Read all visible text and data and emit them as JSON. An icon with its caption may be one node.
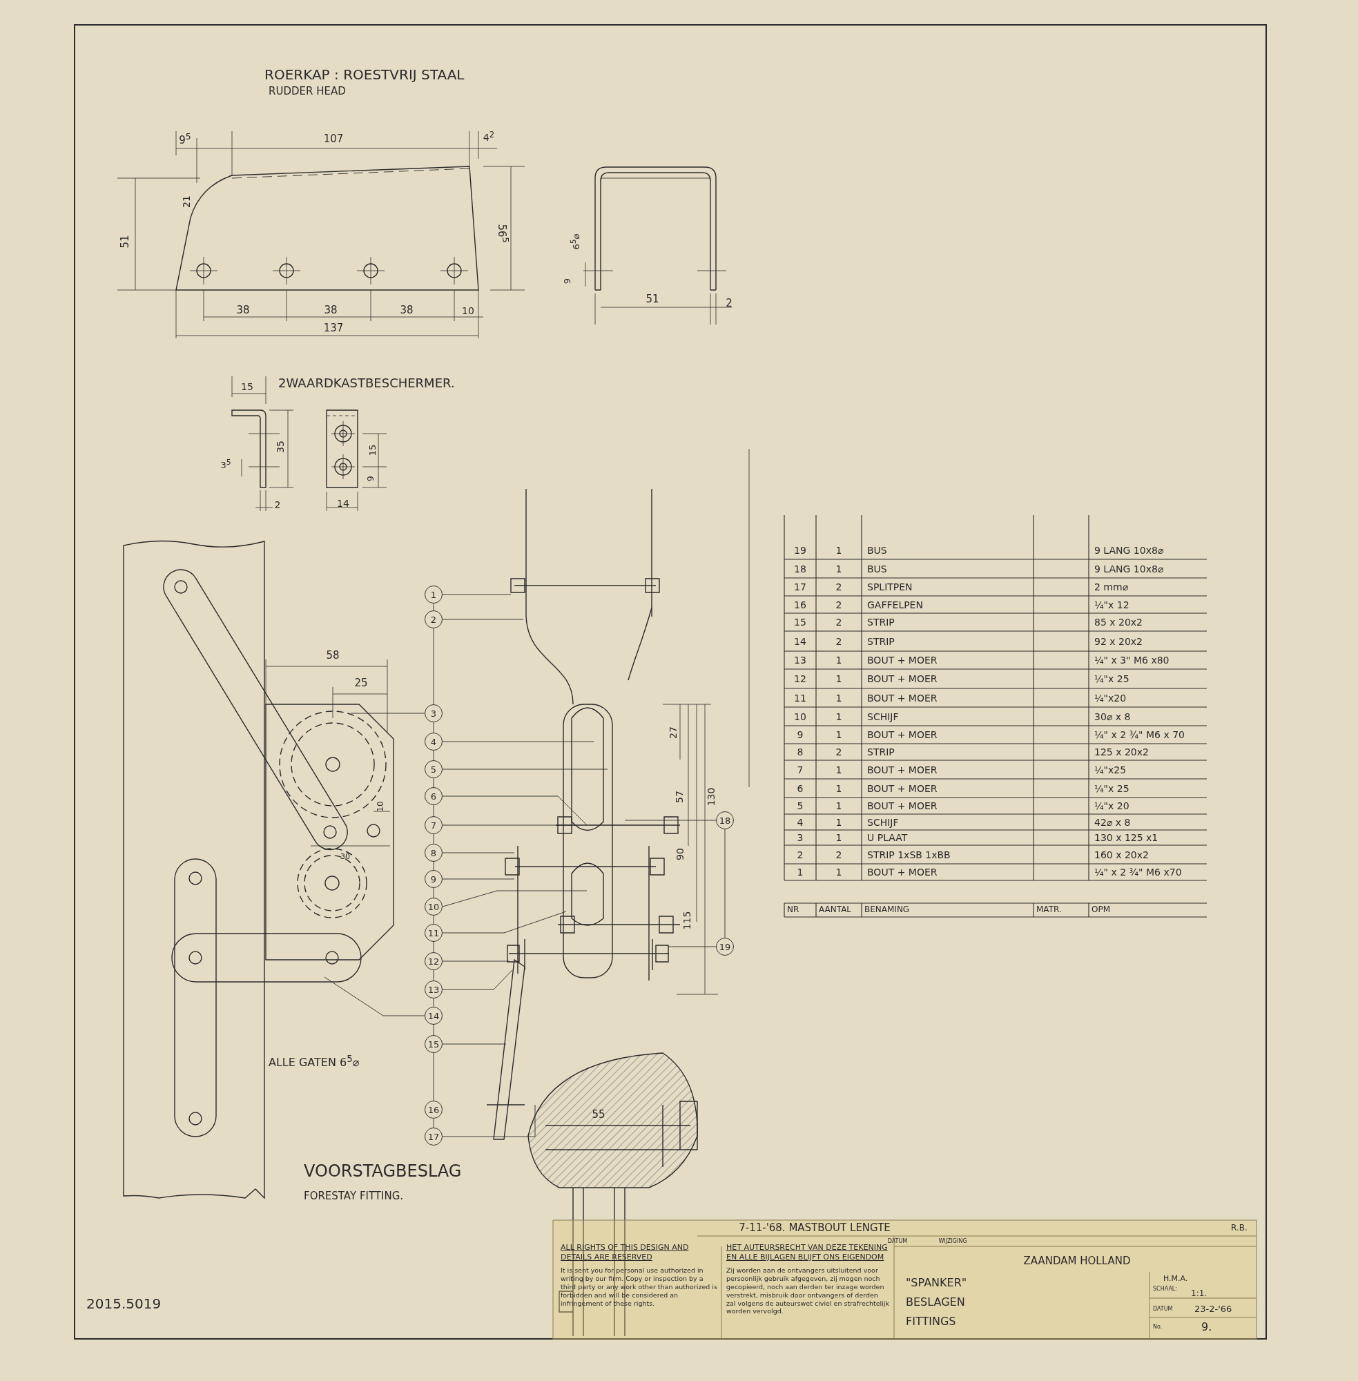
{
  "diagram": {
    "nodes": [
      {
        "text": [
          "1"
        ]
      },
      {
        "text": [
          "2"
        ]
      },
      {
        "text": [
          "3"
        ]
      },
      {
        "text": [
          "4"
        ]
      },
      {
        "text": [
          "5"
        ]
      },
      {
        "text": [
          "6"
        ]
      },
      {
        "text": [
          "7"
        ]
      },
      {
        "text": [
          "8"
        ]
      },
      {
        "text": [
          "9"
        ]
      },
      {
        "text": [
          "10"
        ]
      },
      {
        "text": [
          "11"
        ]
      },
      {
        "text": [
          "12"
        ]
      },
      {
        "text": [
          "13"
        ]
      },
      {
        "text": [
          "14"
        ]
      },
      {
        "text": [
          "15"
        ]
      },
      {
        "text": [
          "16"
        ]
      },
      {
        "text": [
          "17"
        ]
      },
      {
        "text": [
          "18"
        ]
      },
      {
        "text": [
          "19"
        ]
      }
    ],
    "edges": [
      {
        "from": 0,
        "to": null,
        "arrow": "none"
      },
      {
        "from": 1,
        "to": null,
        "arrow": "none"
      },
      {
        "from": 2,
        "to": null,
        "arrow": "none"
      },
      {
        "from": 3,
        "to": null,
        "arrow": "none"
      },
      {
        "from": 4,
        "to": null,
        "arrow": "none"
      },
      {
        "from": 5,
        "to": null,
        "arrow": "none"
      },
      {
        "from": 6,
        "to": null,
        "arrow": "none"
      },
      {
        "from": 7,
        "to": null,
        "arrow": "none"
      },
      {
        "from": 8,
        "to": null,
        "arrow": "none"
      },
      {
        "from": 9,
        "to": null,
        "arrow": "none"
      },
      {
        "from": 10,
        "to": null,
        "arrow": "none"
      },
      {
        "from": 11,
        "to": null,
        "arrow": "none"
      },
      {
        "from": 12,
        "to": null,
        "arrow": "none"
      },
      {
        "from": 13,
        "to": null,
        "arrow": "none"
      },
      {
        "from": 14,
        "to": null,
        "arrow": "none"
      },
      {
        "from": 16,
        "to": null,
        "arrow": "none"
      },
      {
        "from": 17,
        "to": null,
        "arrow": "none"
      },
      {
        "from": 18,
        "to": null,
        "arrow": "none"
      },
      {
        "from": 0,
        "to": 1,
        "arrow": "none"
      },
      {
        "from": 1,
        "to": 2,
        "arrow": "none"
      },
      {
        "from": 2,
        "to": 3,
        "arrow": "none"
      },
      {
        "from": 3,
        "to": 4,
        "arrow": "none"
      },
      {
        "from": 4,
        "to": 5,
        "arrow": "none"
      },
      {
        "from": 5,
        "to": 6,
        "arrow": "none"
      },
      {
        "from": 6,
        "to": 7,
        "arrow": "none"
      },
      {
        "from": 7,
        "to": 8,
        "arrow": "none"
      },
      {
        "from": 8,
        "to": 9,
        "arrow": "none"
      },
      {
        "from": 9,
        "to": 10,
        "arrow": "none"
      },
      {
        "from": 10,
        "to": 11,
        "arrow": "none"
      },
      {
        "from": 11,
        "to": 12,
        "arrow": "none"
      },
      {
        "from": 12,
        "to": 13,
        "arrow": "none"
      },
      {
        "from": 13,
        "to": 14,
        "arrow": "none"
      },
      {
        "from": 14,
        "to": 15,
        "arrow": "none"
      },
      {
        "from": 15,
        "to": 16,
        "arrow": "none"
      },
      {
        "from": 17,
        "to": 18,
        "arrow": "none"
      }
    ],
    "labels": [
      "ROERKAP : ROESTVRIJ STAAL",
      "RUDDER HEAD",
      "9$^{5}$",
      "107",
      "4$^{2}$",
      "21",
      "51",
      "56$^{5}$",
      "38",
      "38",
      "38",
      "10",
      "137",
      "6$^{5}$⌀",
      "9",
      "51",
      "2",
      "2WAARDKASTBESCHERMER.",
      "15",
      "35",
      "3$^{5}$",
      "15",
      "9",
      "2",
      "14",
      "58",
      "25",
      "10",
      "30",
      "27",
      "57",
      "130",
      "90",
      "115",
      "55",
      "19",
      "1",
      "BUS",
      "9 LANG 10x8⌀",
      "18",
      "1",
      "BUS",
      "9 LANG 10x8⌀",
      "17",
      "2",
      "SPLITPEN",
      "2 mm⌀",
      "16",
      "2",
      "GAFFELPEN",
      "¼\"x 12",
      "15",
      "2",
      "STRIP",
      "85 x 20x2",
      "14",
      "2",
      "STRIP",
      "92 x 20x2",
      "13",
      "1",
      "BOUT + MOER",
      "¼\" x 3\"   M6 x80",
      "12",
      "1",
      "BOUT + MOER",
      "¼\"x 25",
      "11",
      "1",
      "BOUT + MOER",
      "¼\"x20",
      "10",
      "1",
      "SCHIJF",
      "30⌀ x 8",
      "9",
      "1",
      "BOUT + MOER",
      "¼\" x 2 ¾\"   M6 x 70",
      "8",
      "2",
      "STRIP",
      "125 x 20x2",
      "7",
      "1",
      "BOUT + MOER",
      "¼\"x25",
      "6",
      "1",
      "BOUT + MOER",
      "¼\"x 25",
      "5",
      "1",
      "BOUT + MOER",
      "¼\"x 20",
      "4",
      "1",
      "SCHIJF",
      "42⌀ x 8",
      "3",
      "1",
      "U PLAAT",
      "130 x 125 x1",
      "2",
      "2",
      "STRIP   1xSB 1xBB",
      "160 x 20x2",
      "1",
      "1",
      "BOUT + MOER",
      "¼\" x 2 ¾\"   M6 x70",
      "NR",
      "AANTAL",
      "BENAMING",
      "MATR.",
      "OPM",
      "ALLE GATEN 6$^{5}$⌀",
      "VOORSTAGBESLAG",
      "FORESTAY FITTING.",
      "7-11-'68. MASTBOUT LENGTE",
      "R.B.",
      "DATUM",
      "WIJZIGING",
      "ALL RIGHTS OF THIS DESIGN AND DETAILS ARE RESERVED",
      "It is sent you for personal use authorized in writing by our firm. Copy or inspection by a third party or any work other than authorized is forbidden and will be considered an infringement of these rights.",
      "HET AUTEURSRECHT VAN DEZE TEKENING EN ALLE BIJLAGEN BLIJFT ONS EIGENDOM",
      "Zij worden aan de ontvangers uitsluitend voor persoonlijk gebruik afgegeven, zij mogen noch gecopieerd, noch aan derden ter inzage worden verstrekt, misbruik door ontvangers of derden zal volgens de auteurswet civiel en strafrechtelijk worden vervolgd.",
      "ZAANDAM HOLLAND",
      "\"SPANKER\"",
      "BESLAGEN",
      "FITTINGS",
      "H.M.A.",
      "SCHAAL:",
      "1:1.",
      "DATUM",
      "23-2-'66",
      "No.",
      "9.",
      "2015.5019"
    ]
  }
}
